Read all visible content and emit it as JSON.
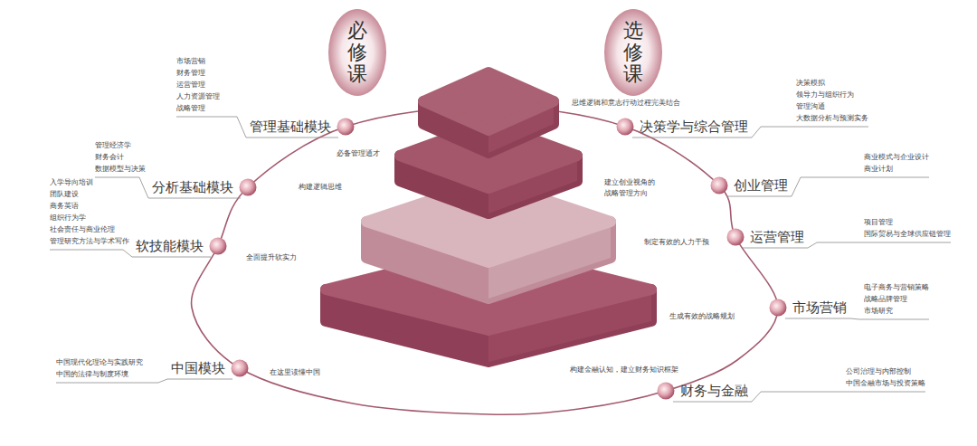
{
  "diagram": {
    "nodes": [
      {
        "text": [
          "必修课"
        ]
      },
      {
        "text": [
          "选修课"
        ]
      },
      {
        "text": [
          "管理基础模块"
        ]
      },
      {
        "text": [
          "分析基础模块"
        ]
      },
      {
        "text": [
          "软技能模块"
        ]
      },
      {
        "text": [
          "中国模块"
        ]
      },
      {
        "text": [
          "决策学与综合管理"
        ]
      },
      {
        "text": [
          "创业管理"
        ]
      },
      {
        "text": [
          "运营管理"
        ]
      },
      {
        "text": [
          "市场营销"
        ]
      },
      {
        "text": [
          "财务与金融"
        ]
      }
    ],
    "labels": [
      "市场营销",
      "财务管理",
      "运营管理",
      "人力资源管理",
      "战略管理",
      "必备管理通才",
      "管理经济学",
      "财务会计",
      "数据模型与决策",
      "构建逻辑思维",
      "入学导向培训",
      "团队建设",
      "商务英语",
      "组织行为学",
      "社会责任与商业伦理",
      "管理研究方法与学术写作",
      "全面提升软实力",
      "中国现代化理论与实践研究",
      "中国的法律与制度环境",
      "在这里读懂中国",
      "决策模拟",
      "领导力与组织行为",
      "管理沟通",
      "大数据分析与预测实务",
      "思维逻辑和意志行动过程完美结合",
      "商业模式与企业设计",
      "商业计划",
      "建立创业视角的 战略管理方向",
      "项目管理",
      "国际贸易与全球供应链管理",
      "制定有效的人力干预",
      "电子商务与营销策略",
      "战略品牌管理",
      "市场研究",
      "生成有效的战略规划",
      "公司治理与内部控制",
      "中国金融市场与投资策略",
      "构建金融认知，建立财务知识框架"
    ]
  }
}
